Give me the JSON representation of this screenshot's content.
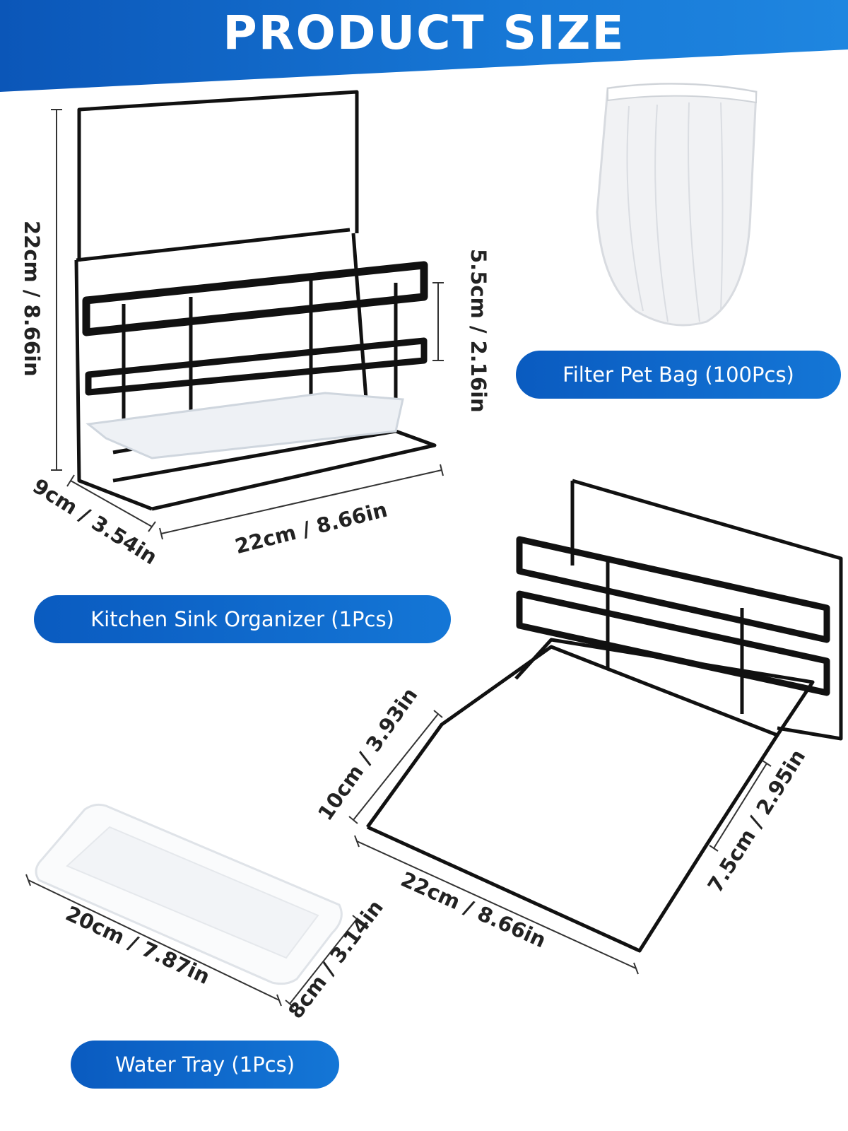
{
  "header": {
    "title": "PRODUCT SIZE",
    "accent": "#0b56b8"
  },
  "labels": {
    "organizer": "Kitchen Sink Organizer (1Pcs)",
    "bag": "Filter Pet Bag (100Pcs)",
    "tray": "Water Tray (1Pcs)"
  },
  "dimensions": {
    "organizer_height": "22cm / 8.66in",
    "organizer_shelf": "5.5cm / 2.16in",
    "organizer_depth": "9cm / 3.54in",
    "organizer_width": "22cm / 8.66in",
    "unfolded_arm": "10cm / 3.93in",
    "unfolded_side": "7.5cm / 2.95in",
    "unfolded_width": "22cm / 8.66in",
    "tray_length": "20cm / 7.87in",
    "tray_width": "8cm / 3.14in"
  }
}
